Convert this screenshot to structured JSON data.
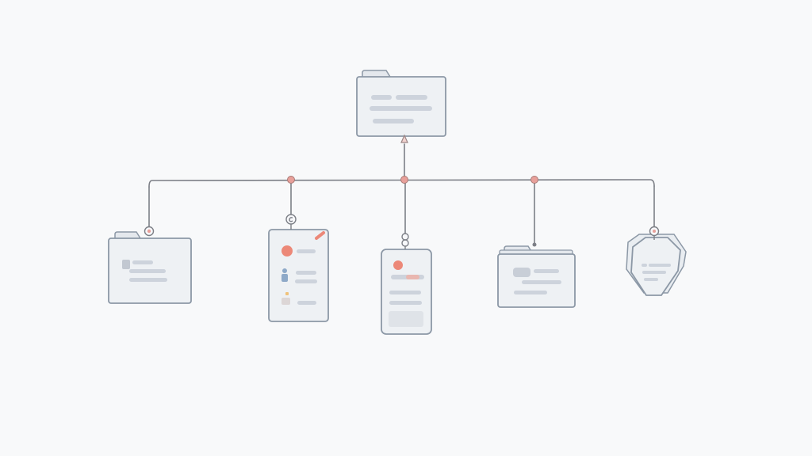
{
  "diagram": {
    "type": "hierarchy-tree",
    "colors": {
      "background": "#f8f9fa",
      "stroke": "#8c98a6",
      "fill": "#eef1f4",
      "tab_fill": "#e4e8ed",
      "placeholder_bar": "#cdd3dc",
      "connector": "#7c7f86",
      "joint": "#e8a09a",
      "accent": "#ec8878",
      "person": "#8ea9c8",
      "badge": "#f0c27a"
    },
    "nodes": [
      {
        "id": "root",
        "shape": "folder",
        "icon": "folder-icon",
        "label": ""
      },
      {
        "id": "child-1",
        "shape": "folder",
        "icon": "folder-icon",
        "label": ""
      },
      {
        "id": "child-2",
        "shape": "profile-card",
        "icon": "profile-card-icon",
        "label": ""
      },
      {
        "id": "child-3",
        "shape": "mobile-card",
        "icon": "phone-card-icon",
        "label": ""
      },
      {
        "id": "child-4",
        "shape": "folder",
        "icon": "folder-icon",
        "label": ""
      },
      {
        "id": "child-5",
        "shape": "tag-badge",
        "icon": "hexagon-tag-icon",
        "label": ""
      }
    ],
    "edges": [
      {
        "from": "root",
        "to": "child-1"
      },
      {
        "from": "root",
        "to": "child-2"
      },
      {
        "from": "root",
        "to": "child-3"
      },
      {
        "from": "root",
        "to": "child-4"
      },
      {
        "from": "root",
        "to": "child-5"
      }
    ],
    "text": "none"
  }
}
